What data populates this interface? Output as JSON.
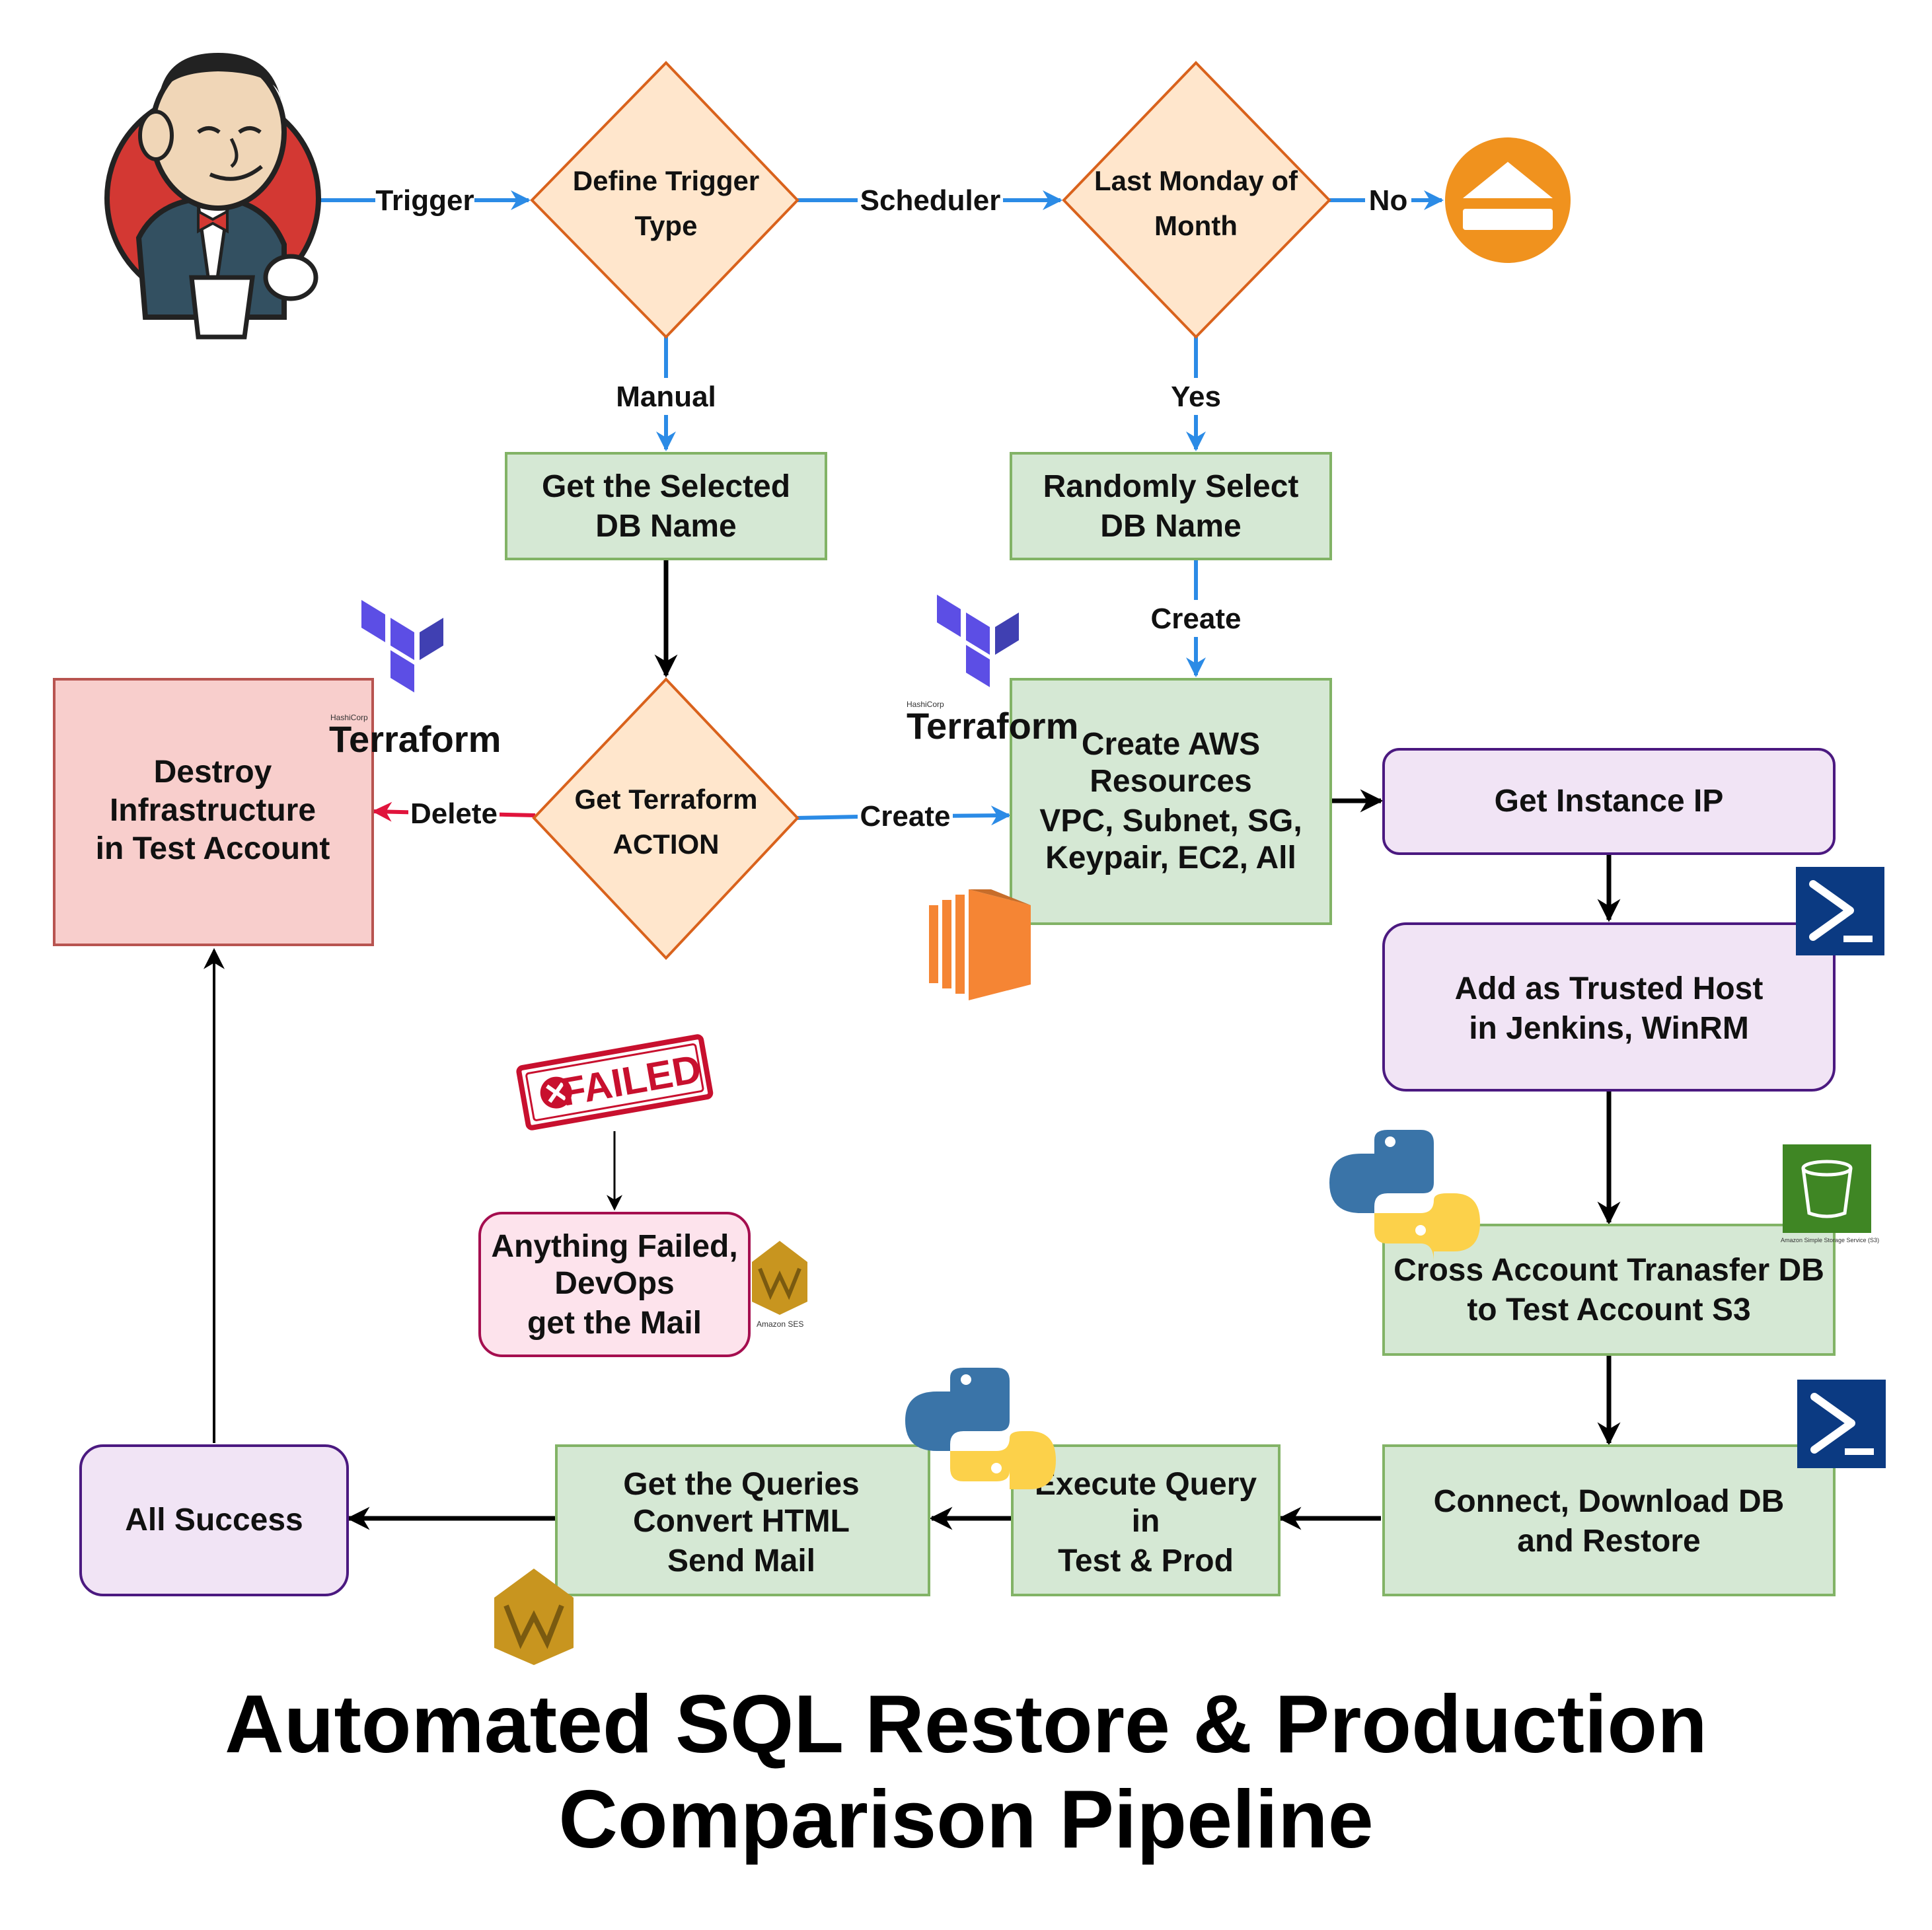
{
  "title": {
    "line1": "Automated SQL Restore & Production",
    "line2": "Comparison Pipeline"
  },
  "colors": {
    "decision_fill": "#ffe6cc",
    "decision_stroke": "#d9621c",
    "process_fill": "#d5e8d4",
    "process_stroke": "#82b366",
    "purple_fill": "#f1e4f5",
    "purple_stroke": "#4b1980",
    "red_fill": "#f8cecc",
    "red_stroke": "#b85450",
    "pink_fill": "#fde3ec",
    "pink_stroke": "#a50e4f",
    "blue_arrow": "#2b8be6",
    "red_arrow": "#e0143c",
    "black_arrow": "#000000",
    "terraform_purple": "#5c4ee5",
    "aws_orange": "#f58534",
    "ses_gold": "#c8951f",
    "s3_green": "#3f8624",
    "powershell_blue": "#0b3a82",
    "exit_orange": "#f0921e"
  },
  "nodes": {
    "define_trigger": {
      "line1": "Define Trigger",
      "line2": "Type"
    },
    "last_monday": {
      "line1": "Last Monday of",
      "line2": "Month"
    },
    "get_selected": {
      "line1": "Get the Selected",
      "line2": "DB Name"
    },
    "random_select": {
      "line1": "Randomly Select",
      "line2": "DB Name"
    },
    "terraform_action": {
      "line1": "Get Terraform",
      "line2": "ACTION"
    },
    "destroy": {
      "line1": "Destroy",
      "line2": "Infrastructure",
      "line3": "in Test Account"
    },
    "create_aws": {
      "line1": "Create AWS",
      "line2": "Resources",
      "line3": "VPC, Subnet, SG,",
      "line4": "Keypair, EC2, All"
    },
    "get_ip": {
      "line1": "Get Instance IP"
    },
    "trusted_host": {
      "line1": "Add as Trusted Host",
      "line2": "in Jenkins, WinRM"
    },
    "transfer": {
      "line1": "Cross Account Tranasfer DB",
      "line2": "to Test Account S3"
    },
    "restore": {
      "line1": "Connect, Download DB",
      "line2": "and Restore"
    },
    "execute": {
      "line1": "Execute Query",
      "line2": "in",
      "line3": "Test & Prod"
    },
    "queries": {
      "line1": "Get the Queries",
      "line2": "Convert HTML",
      "line3": "Send Mail"
    },
    "success": {
      "line1": "All Success"
    },
    "failed": {
      "line1": "Anything Failed,",
      "line2": "DevOps",
      "line3": "get the Mail"
    }
  },
  "edges": {
    "trigger": "Trigger",
    "scheduler": "Scheduler",
    "no": "No",
    "manual": "Manual",
    "yes": "Yes",
    "create_top": "Create",
    "create_mid": "Create",
    "delete": "Delete"
  },
  "logos": {
    "terraform_small": "HashiCorp",
    "terraform_word": "Terraform",
    "failed_stamp": "FAILED",
    "ses_label": "Amazon SES",
    "s3_label": "Amazon Simple Storage Service (S3)",
    "icons": [
      "jenkins-icon",
      "exit-icon",
      "terraform-icon",
      "aws-ec2-icon",
      "powershell-icon",
      "python-icon",
      "s3-bucket-icon",
      "ses-icon",
      "failed-stamp-icon"
    ]
  }
}
